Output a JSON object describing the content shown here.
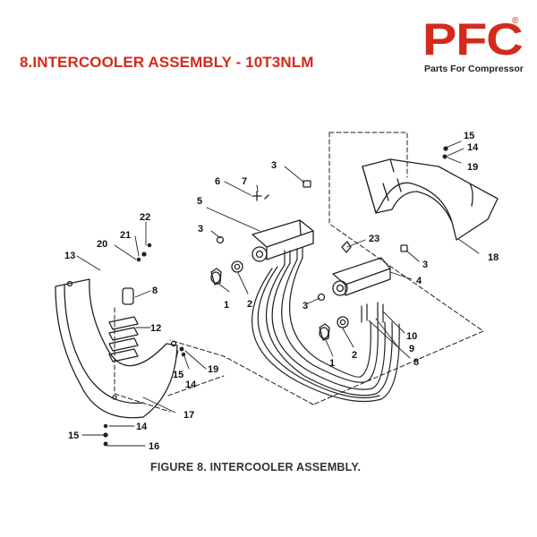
{
  "header": {
    "title": "8.INTERCOOLER ASSEMBLY  - 10T3NLM"
  },
  "logo": {
    "mark": "PFC",
    "registered": "®",
    "tagline": "Parts For Compressor",
    "color": "#d42a1c"
  },
  "figure": {
    "caption": "FIGURE 8.  INTERCOOLER ASSEMBLY.",
    "callouts": {
      "c1a": "1",
      "c2a": "2",
      "c3a": "3",
      "c5": "5",
      "c6": "6",
      "c7": "7",
      "c3b": "3",
      "c22": "22",
      "c21": "21",
      "c20": "20",
      "c13": "13",
      "c8a": "8",
      "c12": "12",
      "c15a": "15",
      "c14a": "14",
      "c19a": "19",
      "c17": "17",
      "c14b": "14",
      "c15b": "15",
      "c16": "16",
      "c23": "23",
      "c3c": "3",
      "c4": "4",
      "c3d": "3",
      "c1b": "1",
      "c2b": "2",
      "c10": "10",
      "c9": "9",
      "c8b": "8",
      "c15c": "15",
      "c14c": "14",
      "c19b": "19",
      "c18": "18"
    }
  }
}
